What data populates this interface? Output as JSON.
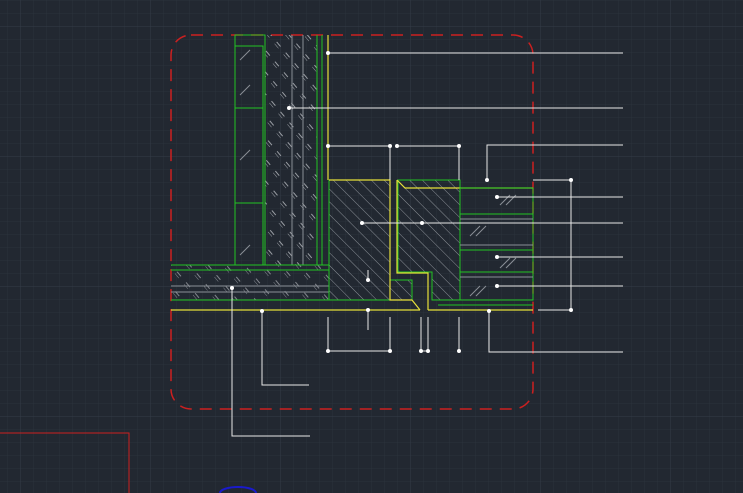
{
  "viewport": {
    "name": "cad-model-space",
    "background": "#222831",
    "grid_color_minor": "#2b323c",
    "grid_color_major": "#343c47"
  },
  "colors": {
    "detail_boundary": "#cc2020",
    "wall_outline": "#22c422",
    "finish_line": "#e6e03a",
    "leader": "#e8e8e8",
    "hatch": "#8a8f96",
    "selection_box": "#cc2020",
    "ucs_marker": "#1a1acc"
  },
  "layers": [
    "detail-boundary",
    "wall-section",
    "finish-layer",
    "hatch",
    "leader-lines"
  ],
  "annotations": {
    "callout_count": 13,
    "labels": []
  }
}
